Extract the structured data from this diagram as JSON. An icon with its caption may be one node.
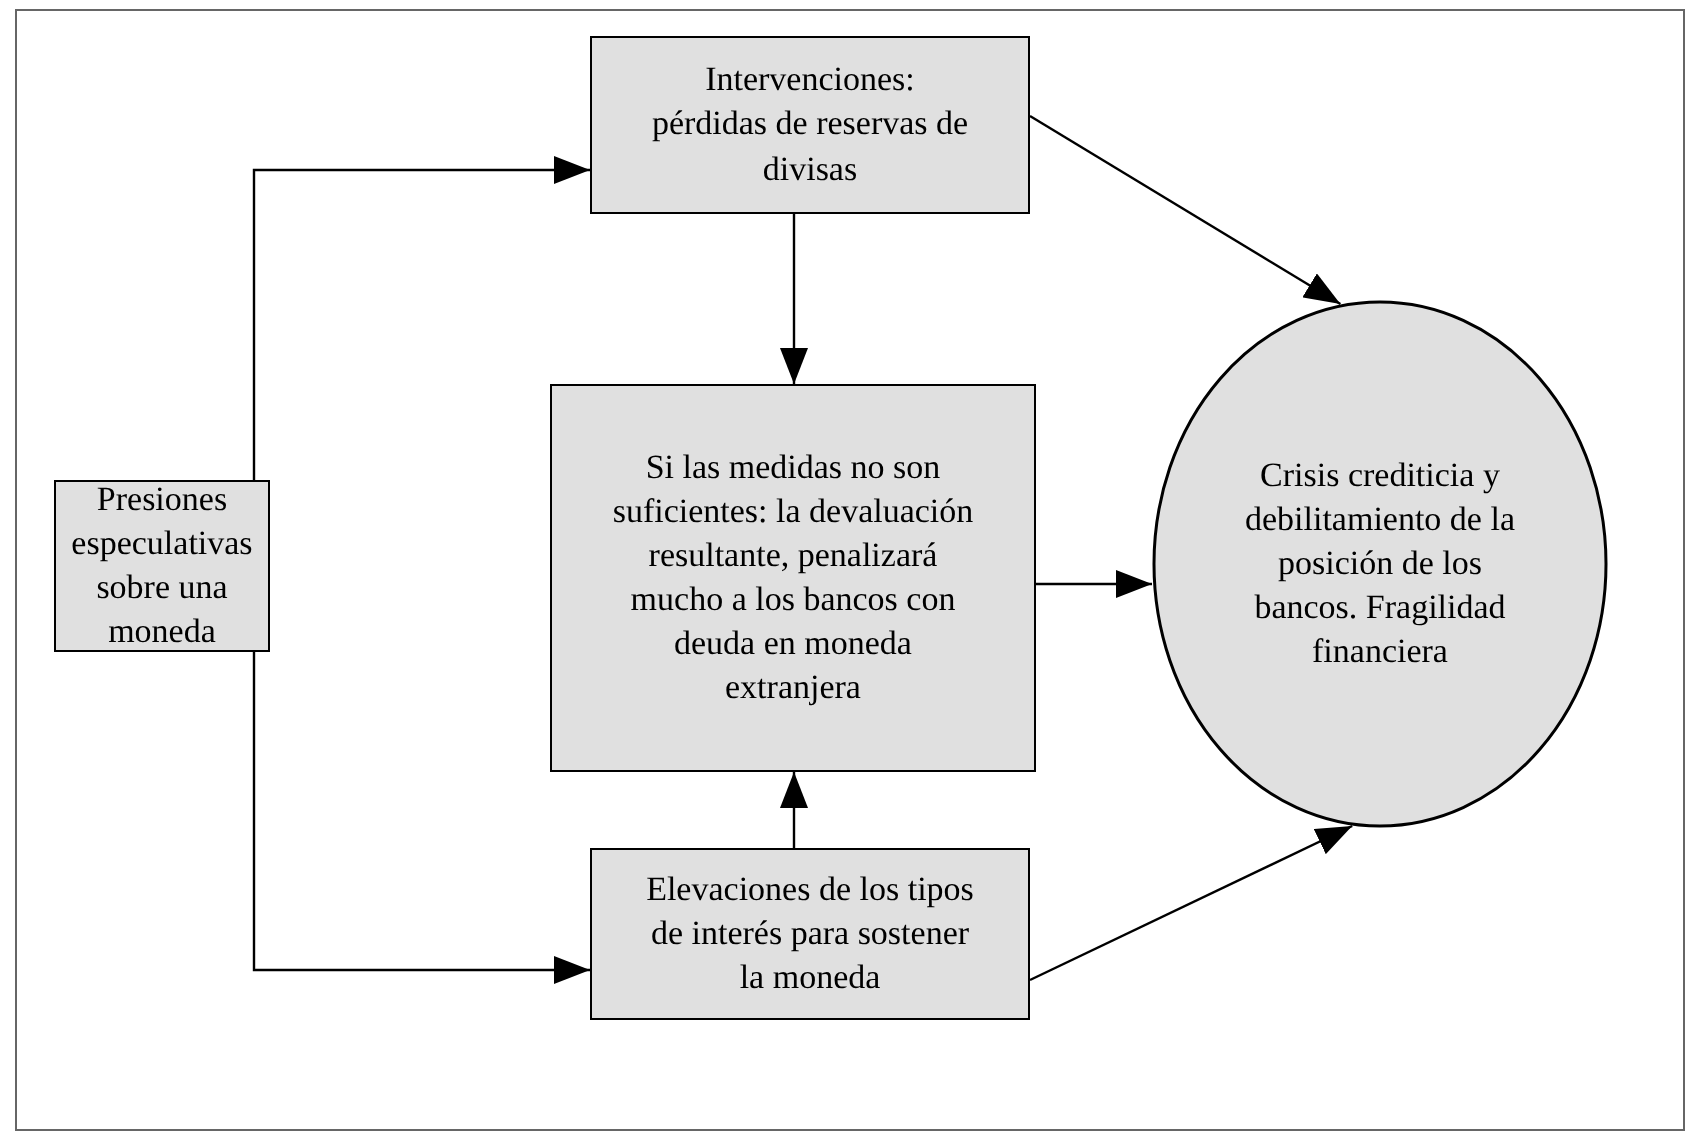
{
  "diagram": {
    "nodes": [
      {
        "text": [
          "Presiones especulativas sobre una moneda"
        ]
      },
      {
        "text": [
          "Intervenciones: pérdidas de reservas de divisas"
        ]
      },
      {
        "text": [
          "Si las medidas no son suficientes: la devaluación resultante, penalizará mucho a los bancos con deuda en moneda extranjera"
        ]
      },
      {
        "text": [
          "Elevaciones de los tipos de interés para sostener la moneda"
        ]
      },
      {
        "text": [
          "Crisis crediticia y debilitamiento de la posición de los bancos. Fragilidad financiera"
        ]
      }
    ],
    "edges": [
      {
        "from": 0,
        "to": 1,
        "arrow": "to"
      },
      {
        "from": 0,
        "to": 3,
        "arrow": "to"
      },
      {
        "from": 1,
        "to": 2,
        "arrow": "to"
      },
      {
        "from": 3,
        "to": 2,
        "arrow": "to"
      },
      {
        "from": 1,
        "to": 4,
        "arrow": "to"
      },
      {
        "from": 2,
        "to": 4,
        "arrow": "to"
      },
      {
        "from": 3,
        "to": 4,
        "arrow": "to"
      }
    ]
  }
}
